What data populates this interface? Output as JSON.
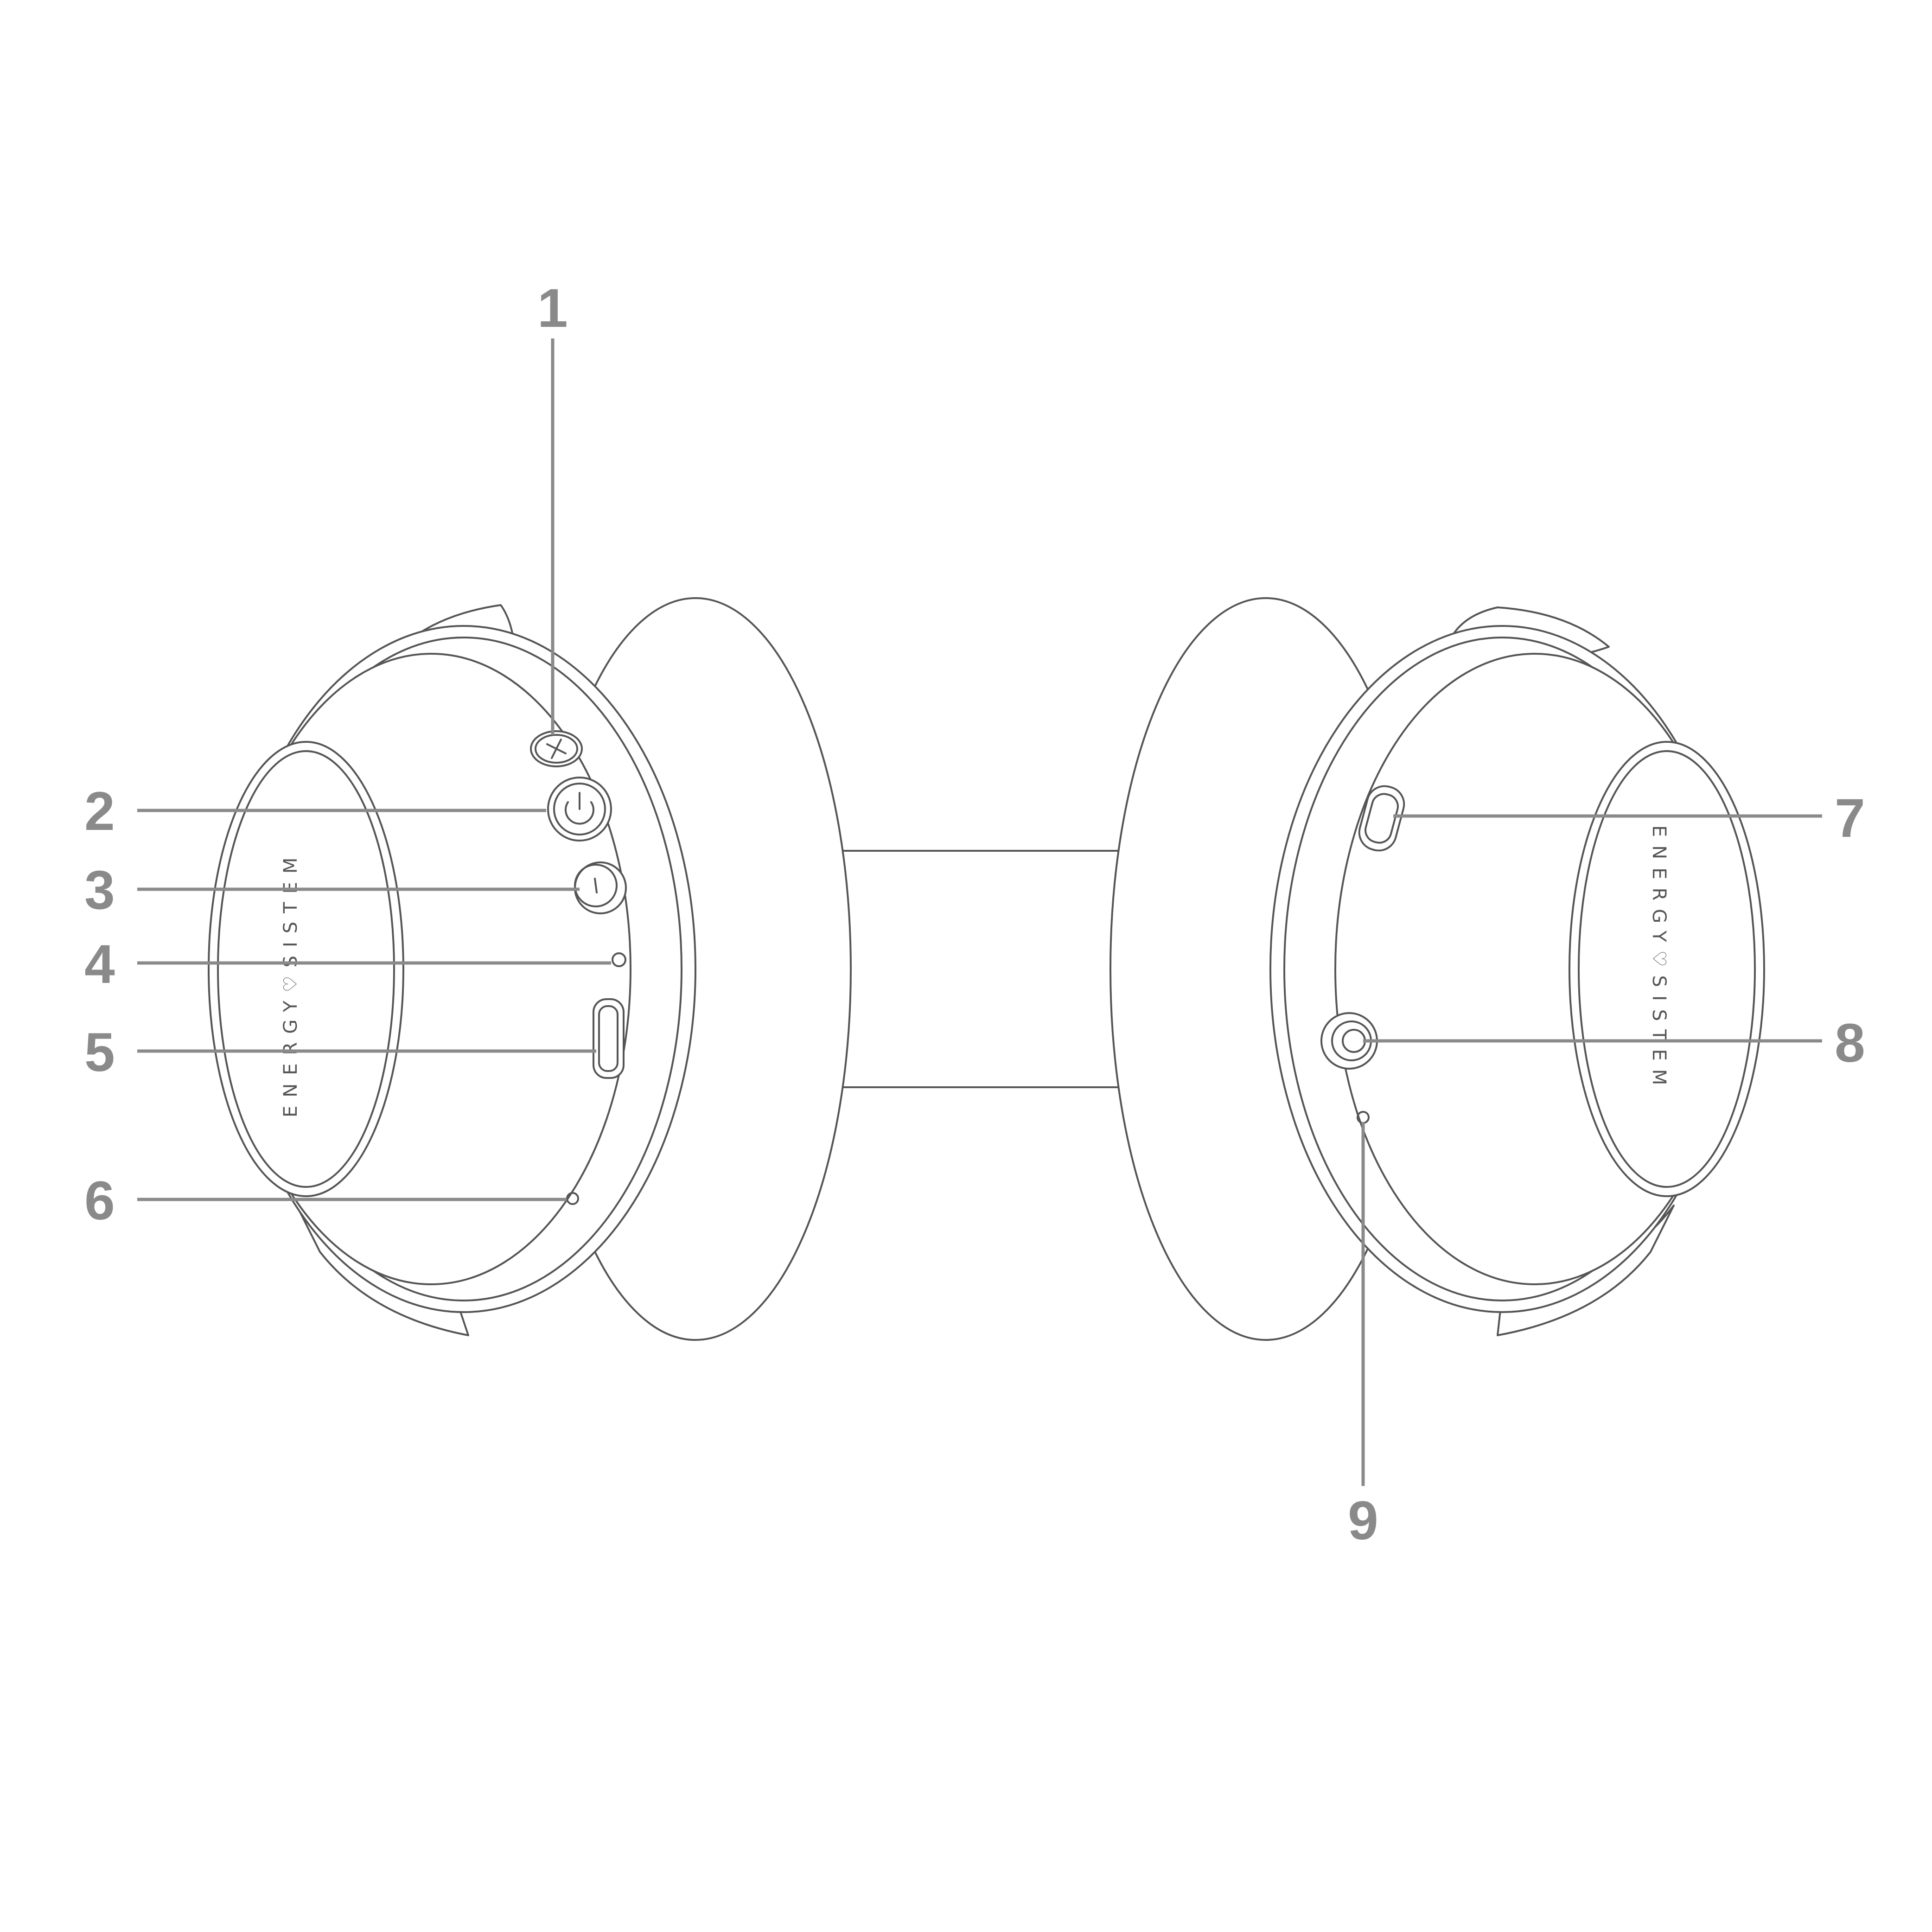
{
  "callouts": [
    {
      "id": "1",
      "label": "1",
      "part": "volume-up-button"
    },
    {
      "id": "2",
      "label": "2",
      "part": "power-button"
    },
    {
      "id": "3",
      "label": "3",
      "part": "volume-down-button"
    },
    {
      "id": "4",
      "label": "4",
      "part": "led-indicator"
    },
    {
      "id": "5",
      "label": "5",
      "part": "usb-c-port"
    },
    {
      "id": "6",
      "label": "6",
      "part": "microphone"
    },
    {
      "id": "7",
      "label": "7",
      "part": "mode-button"
    },
    {
      "id": "8",
      "label": "8",
      "part": "audio-jack"
    },
    {
      "id": "9",
      "label": "9",
      "part": "microphone-right"
    }
  ],
  "brand": {
    "left": "ENERGY♡SISTEM",
    "right": "ENERGY♡SISTEM"
  },
  "icons": {
    "volume_up": "plus-icon",
    "power": "power-icon",
    "volume_down": "minus-icon"
  },
  "colors": {
    "outline": "#555555",
    "callout": "#8a8a8a",
    "background": "#ffffff"
  }
}
